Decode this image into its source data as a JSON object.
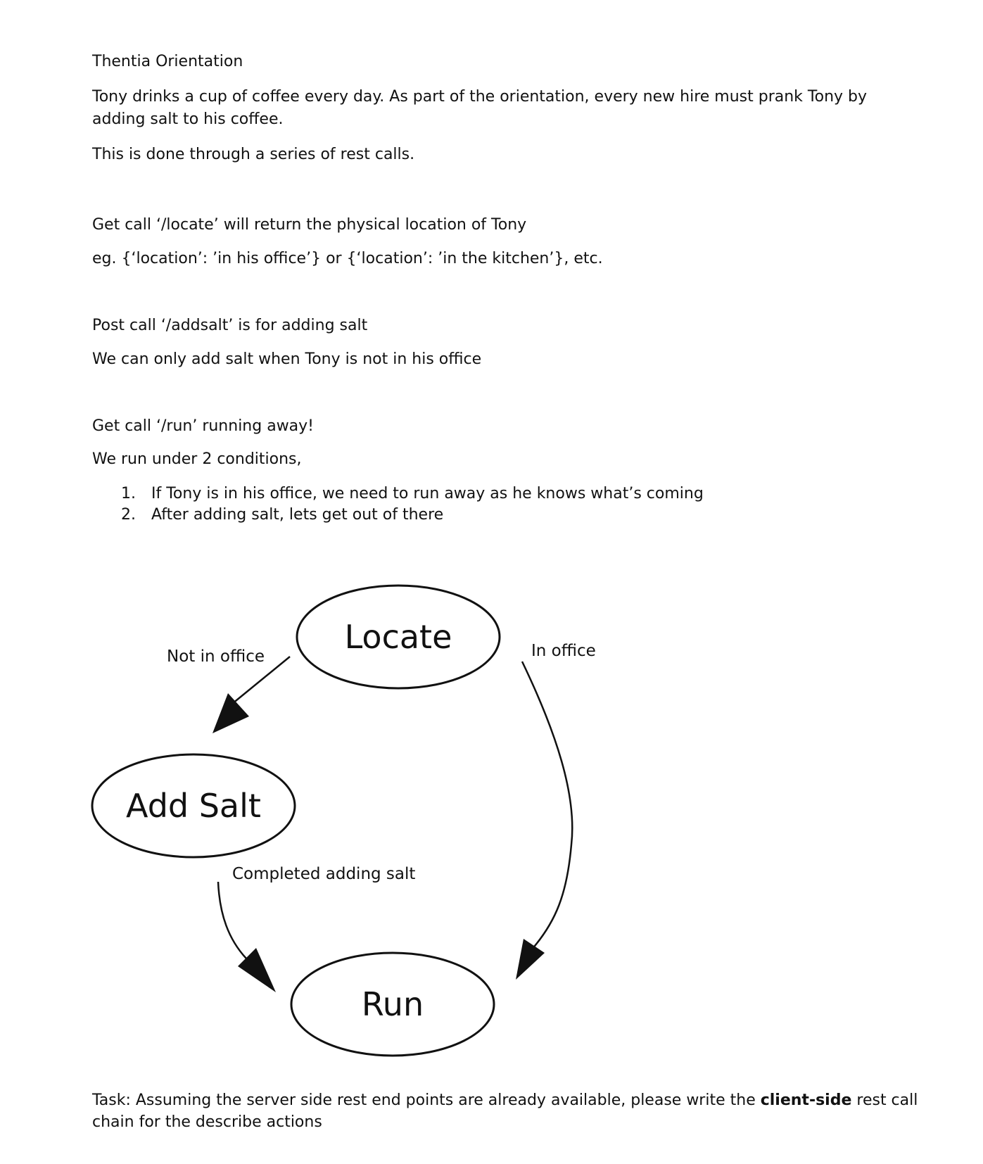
{
  "document": {
    "title": "Thentia Orientation",
    "intro_line1": "Tony drinks a cup of coffee every day. As part of the orientation, every new hire must prank Tony by",
    "intro_line2": "adding salt to his coffee.",
    "intro_line3": "This is done through a series of rest calls.",
    "locate_call": "Get call ‘/locate’ will return the physical location of Tony",
    "locate_example": "eg. {‘location’: ’in his office’} or {‘location’: ’in the kitchen’}, etc.",
    "addsalt_call": "Post call ‘/addsalt’ is for adding salt",
    "addsalt_rule": "We can only add salt when Tony is not in his office",
    "run_call": "Get call ‘/run’ running away!",
    "run_conditions": "We run under 2 conditions,",
    "conditions": [
      {
        "num": "1.",
        "text": "If Tony is in his office, we need to run away as he knows what’s coming"
      },
      {
        "num": "2.",
        "text": "After adding salt, lets get out of there"
      }
    ],
    "task_prefix": "Task: Assuming the server side rest end points are already available, please write the ",
    "task_bold": "client-side",
    "task_suffix": " rest call",
    "task_line2": "chain for the describe actions"
  },
  "diagram": {
    "nodes": {
      "locate": "Locate",
      "add_salt": "Add Salt",
      "run": "Run"
    },
    "edges": {
      "not_in_office": "Not in office",
      "in_office": "In office",
      "completed": "Completed adding salt"
    }
  }
}
